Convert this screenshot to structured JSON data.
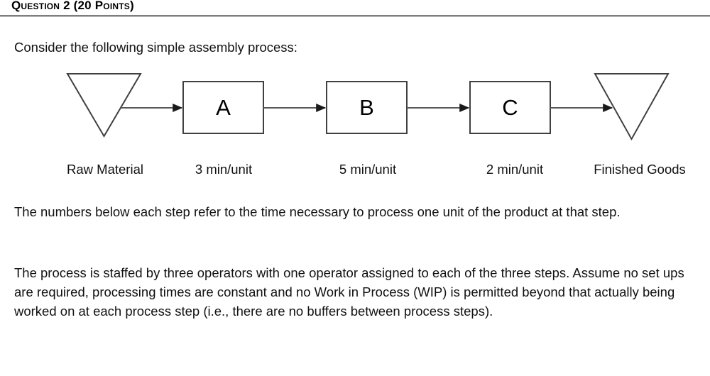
{
  "heading": {
    "title": "Question 2 (20 Points)"
  },
  "intro": {
    "text": "Consider the following simple assembly process:"
  },
  "diagram": {
    "nodes": [
      {
        "id": "raw-material",
        "shape": "inverted-triangle",
        "label": "",
        "caption": "Raw Material"
      },
      {
        "id": "step-a",
        "shape": "rectangle",
        "label": "A",
        "caption": "3 min/unit"
      },
      {
        "id": "step-b",
        "shape": "rectangle",
        "label": "B",
        "caption": "5 min/unit"
      },
      {
        "id": "step-c",
        "shape": "rectangle",
        "label": "C",
        "caption": "2 min/unit"
      },
      {
        "id": "finished-goods",
        "shape": "inverted-triangle",
        "label": "",
        "caption": "Finished Goods"
      }
    ],
    "arrows": [
      {
        "from": "raw-material",
        "to": "step-a"
      },
      {
        "from": "step-a",
        "to": "step-b"
      },
      {
        "from": "step-b",
        "to": "step-c"
      },
      {
        "from": "step-c",
        "to": "finished-goods"
      }
    ],
    "colors": {
      "stroke": "#404040",
      "arrow": "#595959",
      "fill": "#ffffff",
      "text": "#000000"
    }
  },
  "body": {
    "explanation": "The numbers below each step refer to the time necessary to process one unit of the product at that step.",
    "staffing": "The process is staffed by three operators with one operator assigned to each of the three steps. Assume no set ups are required, processing times are constant and no Work in Process (WIP) is permitted beyond that actually being worked on at each process step (i.e., there are no buffers between process steps)."
  }
}
